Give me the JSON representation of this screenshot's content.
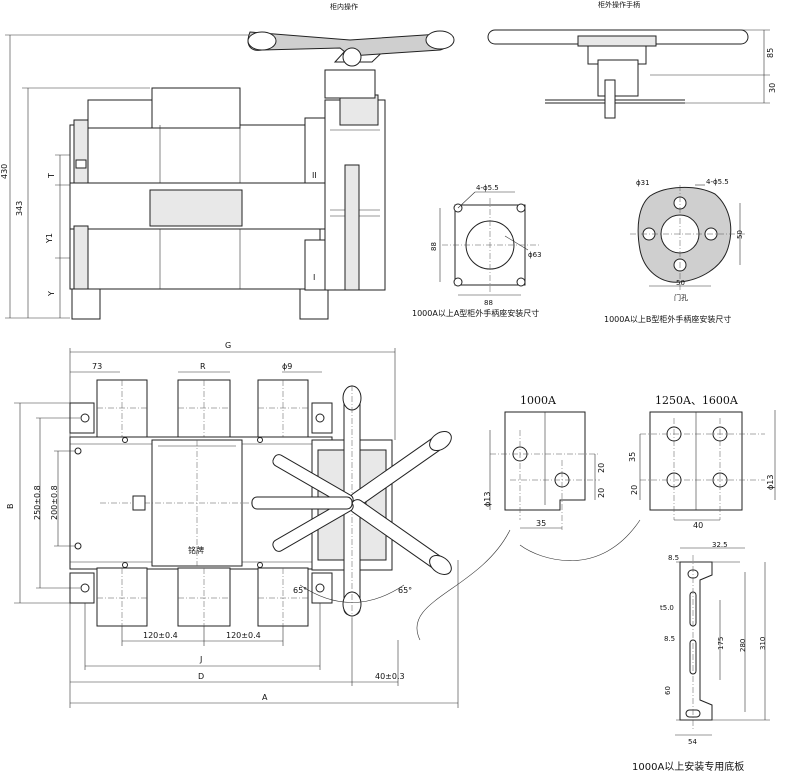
{
  "labels": {
    "inner_operation": "柜内操作",
    "outer_handle": "柜外操作手柄",
    "caption_a": "1000A以上A型柜外手柄座安装尺寸",
    "caption_b": "1000A以上B型柜外手柄座安装尺寸",
    "door_hole": "门孔",
    "nameplate": "铭牌",
    "base_plate": "1000A以上安装专用底板",
    "label_1000a": "1000A",
    "label_1250a": "1250A、1600A",
    "roman_1": "I",
    "roman_2": "II"
  },
  "dims": {
    "d430": "430",
    "d343": "343",
    "T": "T",
    "Y1": "Y1",
    "Y": "Y",
    "d85": "85",
    "d30": "30",
    "hole4_55_a": "4-ϕ5.5",
    "d88_v": "88",
    "d88_h": "88",
    "phi63": "ϕ63",
    "phi31": "ϕ31",
    "hole4_55_b": "4-ϕ5.5",
    "d50_v": "50",
    "d50_h": "50",
    "G": "G",
    "d73": "73",
    "R": "R",
    "phi9": "ϕ9",
    "B": "B",
    "d250": "250±0.8",
    "d200": "200±0.8",
    "d120a": "120±0.4",
    "d120b": "120±0.4",
    "J": "J",
    "D": "D",
    "A": "A",
    "d40_03": "40±0.3",
    "ang65a": "65°",
    "ang65b": "65°",
    "d35_a": "35",
    "d20_a1": "20",
    "d20_a2": "20",
    "phi13_a": "ϕ13",
    "d35_b": "35",
    "d20_b": "20",
    "phi13_b": "ϕ13",
    "d40_b": "40",
    "d8_5a": "8.5",
    "d32_5": "32.5",
    "t5": "t5.0",
    "d8_5b": "8.5",
    "d175": "175",
    "d280": "280",
    "d310": "310",
    "d60": "60",
    "d54": "54"
  }
}
